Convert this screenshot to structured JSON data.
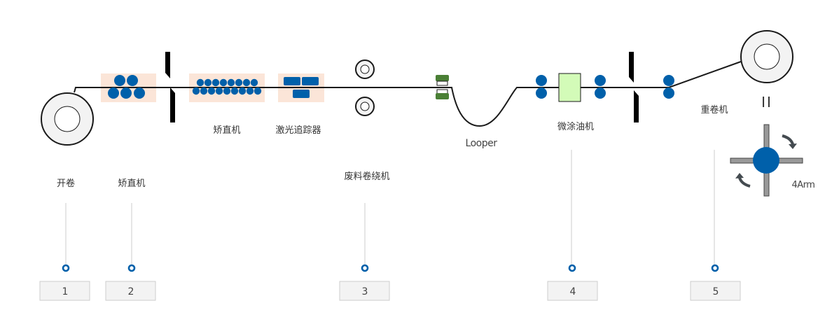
{
  "colors": {
    "strip": "#1a1a1a",
    "roller_blue": "#0060aa",
    "station_bg": "#fbe5d8",
    "oiler_fill": "#d3fbb8",
    "shear_green": "#4a7f35",
    "coil_fill": "#f3f3f3",
    "arm_gray": "#999999",
    "arrow_gray": "#444b50",
    "leader_gray": "#cccccc"
  },
  "equipment_labels": {
    "straightener": "矫直机",
    "laser_tracker": "激光追踪器",
    "looper": "Looper",
    "micro_oiler": "微涂油机",
    "recoiler": "重卷机",
    "four_arm": "4Arm",
    "pause_symbol": "II"
  },
  "callouts": [
    {
      "label": "开卷",
      "number": "1"
    },
    {
      "label": "矫直机",
      "number": "2"
    },
    {
      "label": "废料卷绕机",
      "number": "3"
    },
    {
      "label": "",
      "number": "4"
    },
    {
      "label": "",
      "number": "5"
    }
  ]
}
